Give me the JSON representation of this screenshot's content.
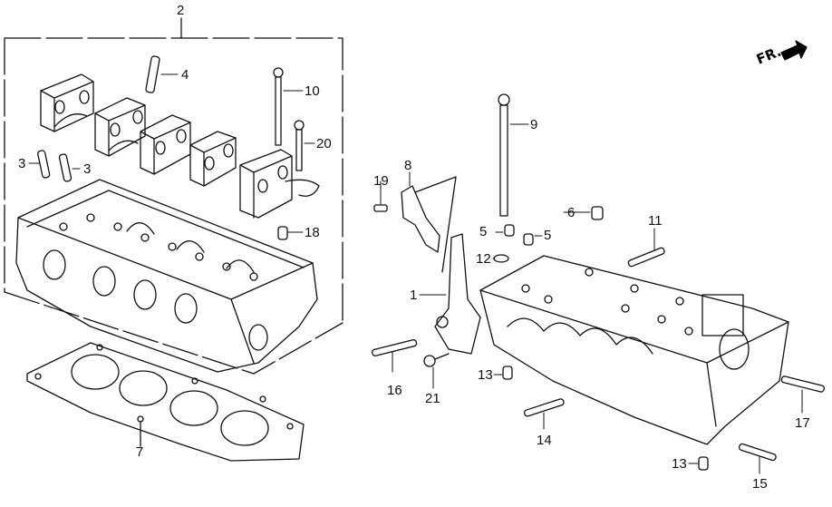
{
  "diagram": {
    "title": "Cylinder head exploded parts diagram",
    "direction_indicator": {
      "label": "FR.",
      "icon": "front-arrow-icon"
    },
    "assembly_group_label": "2",
    "callouts": [
      {
        "id": "c1",
        "label": "1"
      },
      {
        "id": "c2",
        "label": "2"
      },
      {
        "id": "c3a",
        "label": "3"
      },
      {
        "id": "c3b",
        "label": "3"
      },
      {
        "id": "c4",
        "label": "4"
      },
      {
        "id": "c5a",
        "label": "5"
      },
      {
        "id": "c5b",
        "label": "5"
      },
      {
        "id": "c6",
        "label": "6"
      },
      {
        "id": "c7",
        "label": "7"
      },
      {
        "id": "c8",
        "label": "8"
      },
      {
        "id": "c9",
        "label": "9"
      },
      {
        "id": "c10",
        "label": "10"
      },
      {
        "id": "c11",
        "label": "11"
      },
      {
        "id": "c12",
        "label": "12"
      },
      {
        "id": "c13a",
        "label": "13"
      },
      {
        "id": "c13b",
        "label": "13"
      },
      {
        "id": "c14",
        "label": "14"
      },
      {
        "id": "c15",
        "label": "15"
      },
      {
        "id": "c16",
        "label": "16"
      },
      {
        "id": "c17",
        "label": "17"
      },
      {
        "id": "c18",
        "label": "18"
      },
      {
        "id": "c19",
        "label": "19"
      },
      {
        "id": "c20",
        "label": "20"
      },
      {
        "id": "c21",
        "label": "21"
      }
    ],
    "colors": {
      "ink": "#111111",
      "paper": "#ffffff"
    }
  }
}
